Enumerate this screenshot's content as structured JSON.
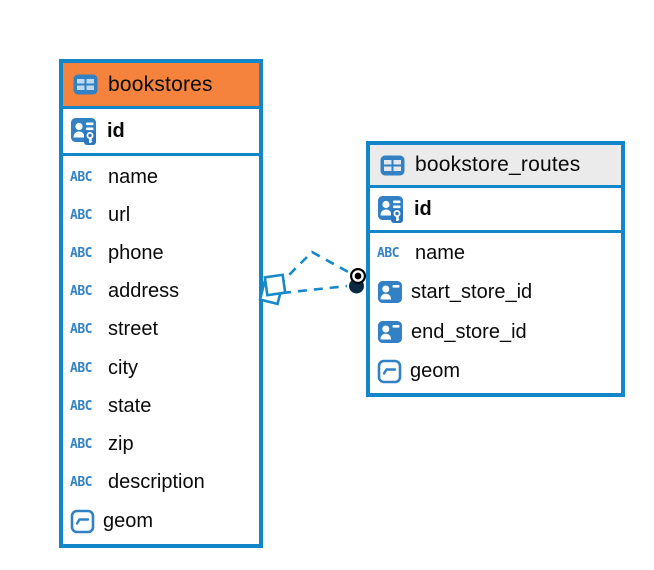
{
  "diagram": {
    "type": "entity-relationship",
    "background": "#ffffff"
  },
  "colors": {
    "table_border_blue": "#1386C9",
    "icon_blue": "#3181C4",
    "abc_text_blue": "#3483C5",
    "bookstores_header_bg": "#F5823D",
    "routes_header_bg": "#EBEBEB",
    "relationship_line_blue": "#1789CA",
    "text_black": "#0a0a0a"
  },
  "icons": {
    "abc_glyph": "ABC"
  },
  "tables": [
    {
      "title": "bookstores",
      "header_bg": "#F5823D",
      "header_icon": "table-icon",
      "header_icon_cells": "#BFD9EF",
      "primary_key": {
        "name": "id",
        "icon": "primary-key-icon"
      },
      "columns": [
        {
          "name": "name",
          "icon": "text-abc-icon"
        },
        {
          "name": "url",
          "icon": "text-abc-icon"
        },
        {
          "name": "phone",
          "icon": "text-abc-icon"
        },
        {
          "name": "address",
          "icon": "text-abc-icon"
        },
        {
          "name": "street",
          "icon": "text-abc-icon"
        },
        {
          "name": "city",
          "icon": "text-abc-icon"
        },
        {
          "name": "state",
          "icon": "text-abc-icon"
        },
        {
          "name": "zip",
          "icon": "text-abc-icon"
        },
        {
          "name": "description",
          "icon": "text-abc-icon"
        },
        {
          "name": "geom",
          "icon": "geometry-icon"
        }
      ]
    },
    {
      "title": "bookstore_routes",
      "header_bg": "#EBEBEB",
      "header_icon": "table-icon",
      "header_icon_cells": "#E3E6EA",
      "primary_key": {
        "name": "id",
        "icon": "primary-key-icon"
      },
      "columns": [
        {
          "name": "name",
          "icon": "text-abc-icon"
        },
        {
          "name": "start_store_id",
          "icon": "foreign-key-icon"
        },
        {
          "name": "end_store_id",
          "icon": "foreign-key-icon"
        },
        {
          "name": "geom",
          "icon": "geometry-icon"
        }
      ]
    }
  ],
  "relationships": {
    "style": "dashed",
    "color": "#1789CA",
    "links": [
      {
        "from_table": "bookstores",
        "to_table": "bookstore_routes",
        "path": "angled"
      },
      {
        "from_table": "bookstores",
        "to_table": "bookstore_routes",
        "path": "straight"
      }
    ],
    "source_marker": "overlapping-squares",
    "target_marker": "filled-dot"
  }
}
